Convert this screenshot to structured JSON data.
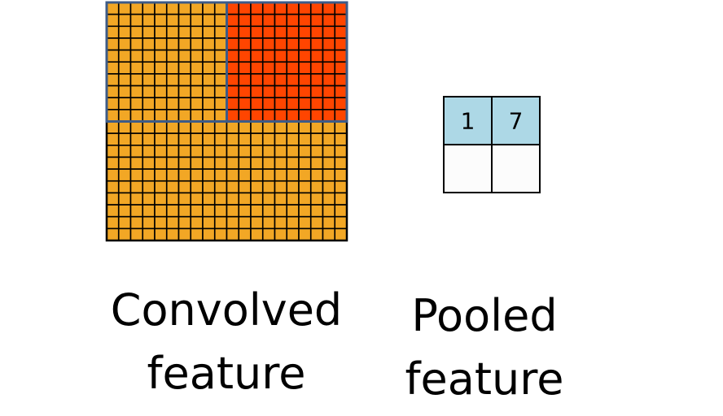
{
  "convolved_feature": {
    "grid_rows": 20,
    "grid_cols": 20,
    "highlight": {
      "row_start": 0,
      "row_end": 10,
      "col_start": 10,
      "col_end": 20
    },
    "fill_color": "#F2A725",
    "highlight_fill_color": "#FF4500",
    "grid_line_color": "#000000",
    "region_outline_color": "#3D5B87"
  },
  "pooled_feature": {
    "rows": 2,
    "cols": 2,
    "cells": [
      {
        "value": "1",
        "color": "#ADD8E6"
      },
      {
        "value": "7",
        "color": "#ADD8E6"
      },
      {
        "value": "",
        "color": "#FCFCFC"
      },
      {
        "value": "",
        "color": "#FCFCFC"
      }
    ]
  },
  "labels": {
    "convolved": [
      "Convolved",
      "feature"
    ],
    "pooled": [
      "Pooled",
      "feature"
    ]
  }
}
